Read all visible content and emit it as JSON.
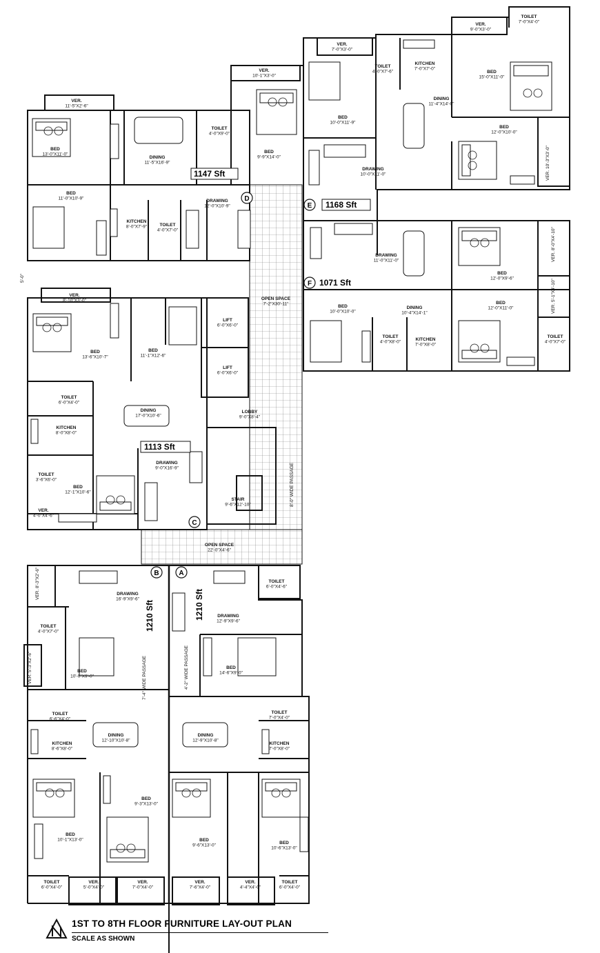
{
  "plan": {
    "title": "1ST TO 8TH FLOOR FURNITURE LAY-OUT PLAN",
    "scale": "SCALE AS SHOWN",
    "setback": "5'-0\""
  },
  "units": [
    {
      "mark": "A",
      "area": "1210 Sft"
    },
    {
      "mark": "B",
      "area": "1210 Sft"
    },
    {
      "mark": "C",
      "area": "1113 Sft"
    },
    {
      "mark": "D",
      "area": "1147 Sft"
    },
    {
      "mark": "E",
      "area": "1168 Sft"
    },
    {
      "mark": "F",
      "area": "1071 Sft"
    }
  ],
  "rooms": [
    {
      "name": "VER.",
      "dim": "11'-5\"X2'-6\""
    },
    {
      "name": "BED",
      "dim": "13'-0\"X11'-0\""
    },
    {
      "name": "DINING",
      "dim": "11'-5\"X16'-9\""
    },
    {
      "name": "TOILET",
      "dim": "4'-0\"X9'-0\""
    },
    {
      "name": "VER.",
      "dim": "10'-1\"X3'-0\""
    },
    {
      "name": "BED",
      "dim": "9'-9\"X14'-0\""
    },
    {
      "name": "BED",
      "dim": "11'-0\"X10'-9\""
    },
    {
      "name": "KITCHEN",
      "dim": "8'-0\"X7'-9\""
    },
    {
      "name": "TOILET",
      "dim": "4'-0\"X7'-0\""
    },
    {
      "name": "DRAWING",
      "dim": "12'-0\"X10'-9\""
    },
    {
      "name": "VER.",
      "dim": "7'-0\"X3'-0\""
    },
    {
      "name": "BED",
      "dim": "10'-0\"X11'-9\""
    },
    {
      "name": "TOILET",
      "dim": "4'-0\"X7'-6\""
    },
    {
      "name": "KITCHEN",
      "dim": "7'-0\"X7'-0\""
    },
    {
      "name": "VER.",
      "dim": "9'-0\"X3'-0\""
    },
    {
      "name": "TOILET",
      "dim": "7'-0\"X4'-0\""
    },
    {
      "name": "BED",
      "dim": "15'-0\"X11'-0\""
    },
    {
      "name": "DINING",
      "dim": "11'-4\"X14'-0\""
    },
    {
      "name": "BED",
      "dim": "12'-0\"X10'-0\""
    },
    {
      "name": "DRAWING",
      "dim": "10'-0\"X11'-0\""
    },
    {
      "name": "DRAWING",
      "dim": "11'-0\"X11'-0\""
    },
    {
      "name": "BED",
      "dim": "12'-0\"X9'-6\""
    },
    {
      "name": "BED",
      "dim": "10'-0\"X10'-0\""
    },
    {
      "name": "DINING",
      "dim": "10'-4\"X14'-1\""
    },
    {
      "name": "BED",
      "dim": "12'-0\"X11'-0\""
    },
    {
      "name": "TOILET",
      "dim": "4'-0\"X8'-0\""
    },
    {
      "name": "KITCHEN",
      "dim": "7'-0\"X8'-0\""
    },
    {
      "name": "TOILET",
      "dim": "4'-0\"X7'-0\""
    },
    {
      "name": "OPEN SPACE",
      "dim": "7'-2\"X30'-11\""
    },
    {
      "name": "LIFT",
      "dim": "6'-0\"X6'-0\""
    },
    {
      "name": "LIFT",
      "dim": "6'-0\"X6'-0\""
    },
    {
      "name": "VER.",
      "dim": "8'-10\"X3'-0\""
    },
    {
      "name": "BED",
      "dim": "13'-6\"X10'-7\""
    },
    {
      "name": "BED",
      "dim": "11'-1\"X12'-6\""
    },
    {
      "name": "TOILET",
      "dim": "6'-0\"X4'-0\""
    },
    {
      "name": "DINING",
      "dim": "17'-0\"X10'-6\""
    },
    {
      "name": "KITCHEN",
      "dim": "8'-0\"X8'-0\""
    },
    {
      "name": "LOBBY",
      "dim": "9'-0\"X8'-4\""
    },
    {
      "name": "TOILET",
      "dim": "3'-6\"X6'-0\""
    },
    {
      "name": "BED",
      "dim": "12'-1\"X10'-6\""
    },
    {
      "name": "DRAWING",
      "dim": "9'-0\"X16'-9\""
    },
    {
      "name": "STAIR",
      "dim": "9'-6\"X12'-10\""
    },
    {
      "name": "VER.",
      "dim": "4'-0\"X4'-6\""
    },
    {
      "name": "OPEN SPACE",
      "dim": "22'-0\"X4'-6\""
    },
    {
      "name": "DRAWING",
      "dim": "16'-9\"X9'-6\""
    },
    {
      "name": "TOILET",
      "dim": "6'-0\"X4'-6\""
    },
    {
      "name": "DRAWING",
      "dim": "12'-9\"X9'-6\""
    },
    {
      "name": "TOILET",
      "dim": "4'-0\"X7'-0\""
    },
    {
      "name": "BED",
      "dim": "10'-0\"X9'-0\""
    },
    {
      "name": "BED",
      "dim": "14'-6\"X9'-0\""
    },
    {
      "name": "TOILET",
      "dim": "6'-6\"X4'-0\""
    },
    {
      "name": "TOILET",
      "dim": "7'-0\"X4'-0\""
    },
    {
      "name": "DINING",
      "dim": "12'-10\"X10'-8\""
    },
    {
      "name": "DINING",
      "dim": "12'-9\"X10'-8\""
    },
    {
      "name": "KITCHEN",
      "dim": "8'-6\"X8'-0\""
    },
    {
      "name": "KITCHEN",
      "dim": "7'-0\"X8'-0\""
    },
    {
      "name": "BED",
      "dim": "9'-3\"X13'-0\""
    },
    {
      "name": "BED",
      "dim": "10'-1\"X13'-0\""
    },
    {
      "name": "BED",
      "dim": "9'-6\"X13'-0\""
    },
    {
      "name": "BED",
      "dim": "10'-6\"X13'-0\""
    },
    {
      "name": "TOILET",
      "dim": "6'-0\"X4'-0\""
    },
    {
      "name": "VER.",
      "dim": "5'-0\"X4'-0\""
    },
    {
      "name": "VER.",
      "dim": "7'-0\"X4'-0\""
    },
    {
      "name": "VER.",
      "dim": "7'-6\"X4'-0\""
    },
    {
      "name": "VER.",
      "dim": "4'-4\"X4'-0\""
    },
    {
      "name": "TOILET",
      "dim": "6'-0\"X4'-0\""
    }
  ],
  "vertical_labels": [
    {
      "text": "VER.",
      "dim": "8'-0\"X4'-10\""
    },
    {
      "text": "VER.",
      "dim": "5'-1\"X4'-10\""
    },
    {
      "text": "VER.",
      "dim": "10'-3\"X3'-0\""
    },
    {
      "text": "VER.",
      "dim": "8'-3\"X2'-6\""
    },
    {
      "text": "VER.",
      "dim": "5'-3\"X2'-6\""
    },
    {
      "text": "8'-0\" WIDE PASSAGE",
      "dim": ""
    },
    {
      "text": "7'-4\" WIDE PASSAGE",
      "dim": ""
    },
    {
      "text": "4'-2\" WIDE PASSAGE",
      "dim": ""
    }
  ],
  "colors": {
    "line": "#111111",
    "background": "#ffffff"
  }
}
